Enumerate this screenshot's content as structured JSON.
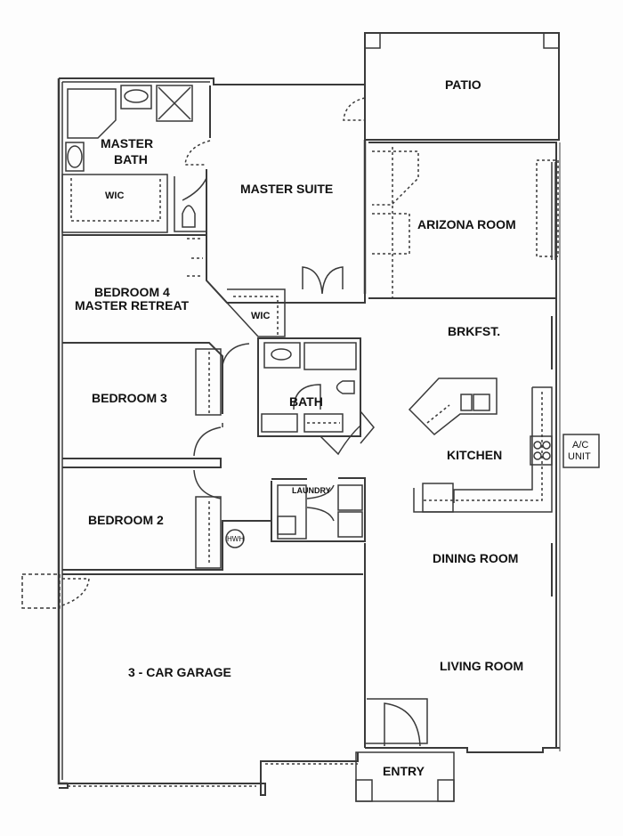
{
  "floorplan": {
    "rooms": {
      "patio": "PATIO",
      "master_bath_1": "MASTER",
      "master_bath_2": "BATH",
      "master_wic": "WIC",
      "master_suite": "MASTER SUITE",
      "arizona_room": "ARIZONA ROOM",
      "bedroom4_1": "BEDROOM 4",
      "bedroom4_2": "MASTER RETREAT",
      "wic2": "WIC",
      "brkfst": "BRKFST.",
      "bedroom3": "BEDROOM 3",
      "bath": "BATH",
      "kitchen": "KITCHEN",
      "ac_1": "A/C",
      "ac_2": "UNIT",
      "laundry": "LAUNDRY",
      "bedroom2": "BEDROOM 2",
      "hwh": "HWH",
      "dining_room": "DINING ROOM",
      "garage": "3 - CAR GARAGE",
      "living_room": "LIVING ROOM",
      "entry": "ENTRY"
    },
    "colors": {
      "wall": "#3a3a3a",
      "background": "#fdfdfd",
      "text": "#111111"
    }
  }
}
